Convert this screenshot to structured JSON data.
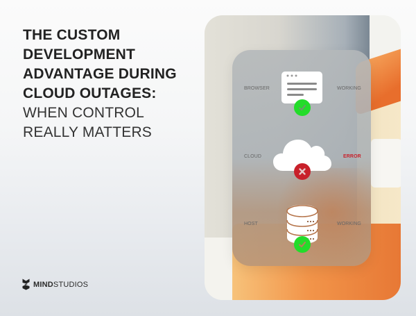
{
  "headline": {
    "bold_lines": [
      "THE CUSTOM",
      "DEVELOPMENT",
      "ADVANTAGE DURING",
      "CLOUD OUTAGES:"
    ],
    "light_lines": [
      "WHEN CONTROL",
      "REALLY MATTERS"
    ]
  },
  "brand": {
    "name_bold": "MIND",
    "name_regular": "STUDIOS",
    "logo_icon": "mindstudios-shield-icon"
  },
  "diagram": {
    "rows": [
      {
        "label": "BROWSER",
        "status": "WORKING",
        "icon": "browser-window-icon",
        "badge": "check-icon",
        "state": "ok"
      },
      {
        "label": "CLOUD",
        "status": "ERROR",
        "icon": "cloud-icon",
        "badge": "x-icon",
        "state": "error"
      },
      {
        "label": "HOST",
        "status": "WORKING",
        "icon": "database-server-icon",
        "badge": "check-icon",
        "state": "ok"
      }
    ],
    "colors": {
      "ok": "#23dc2a",
      "error": "#c8202a",
      "accent_orange": "#e8732f"
    }
  }
}
